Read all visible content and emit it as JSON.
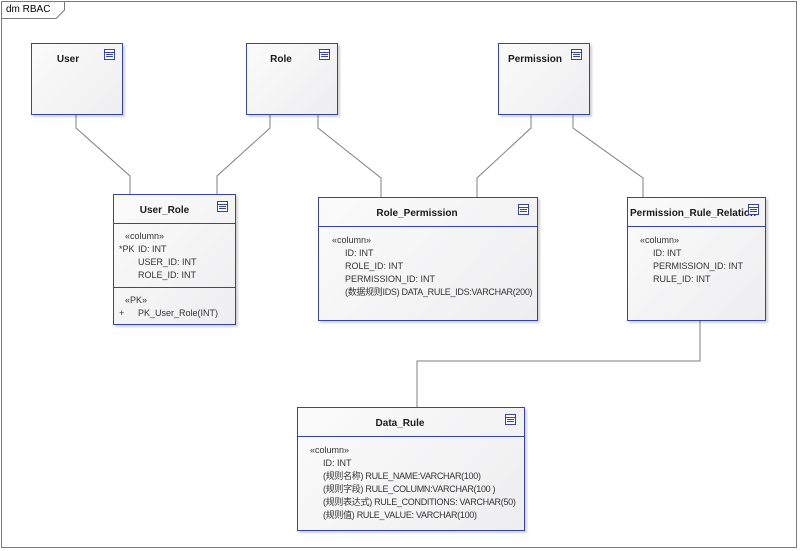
{
  "diagram": {
    "frame_label": "dm RBAC"
  },
  "entities": {
    "user": {
      "name": "User"
    },
    "role": {
      "name": "Role"
    },
    "permission": {
      "name": "Permission"
    },
    "user_role": {
      "name": "User_Role",
      "column_stereotype": "«column»",
      "columns": [
        {
          "prefix": "*PK",
          "text": "ID: INT"
        },
        {
          "prefix": "",
          "text": "USER_ID: INT"
        },
        {
          "prefix": "",
          "text": "ROLE_ID: INT"
        }
      ],
      "pk_stereotype": "«PK»",
      "operations": [
        {
          "prefix": "+",
          "text": "PK_User_Role(INT)"
        }
      ]
    },
    "role_permission": {
      "name": "Role_Permission",
      "column_stereotype": "«column»",
      "columns": [
        {
          "text": "ID: INT"
        },
        {
          "text": "ROLE_ID: INT"
        },
        {
          "text": "PERMISSION_ID: INT"
        },
        {
          "text": "(数据规则IDS) DATA_RULE_IDS:VARCHAR(200)"
        }
      ]
    },
    "permission_rule_relation": {
      "name": "Permission_Rule_Relation",
      "column_stereotype": "«column»",
      "columns": [
        {
          "text": "ID: INT"
        },
        {
          "text": "PERMISSION_ID: INT"
        },
        {
          "text": "RULE_ID: INT"
        }
      ]
    },
    "data_rule": {
      "name": "Data_Rule",
      "column_stereotype": "«column»",
      "columns": [
        {
          "text": "ID: INT"
        },
        {
          "text": "(规则名称) RULE_NAME:VARCHAR(100)"
        },
        {
          "text": "(规则字段) RULE_COLUMN:VARCHAR(100 )"
        },
        {
          "text": "(规则表达式) RULE_CONDITIONS: VARCHAR(50)"
        },
        {
          "text": "(规则值) RULE_VALUE: VARCHAR(100)"
        }
      ]
    }
  },
  "colors": {
    "box_border": "#3344aa",
    "connector": "#7f7f7f",
    "frame": "#7a7a7a"
  }
}
